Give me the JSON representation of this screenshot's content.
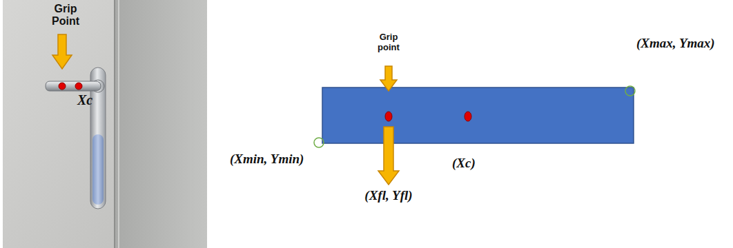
{
  "diagram": {
    "labels": [
      "Grip Point",
      "Xc",
      "Grip point",
      "(Xmax, Ymax)",
      "(Xmin, Ymin)",
      "(Xc)",
      "(Xfl, Yfl)"
    ]
  }
}
